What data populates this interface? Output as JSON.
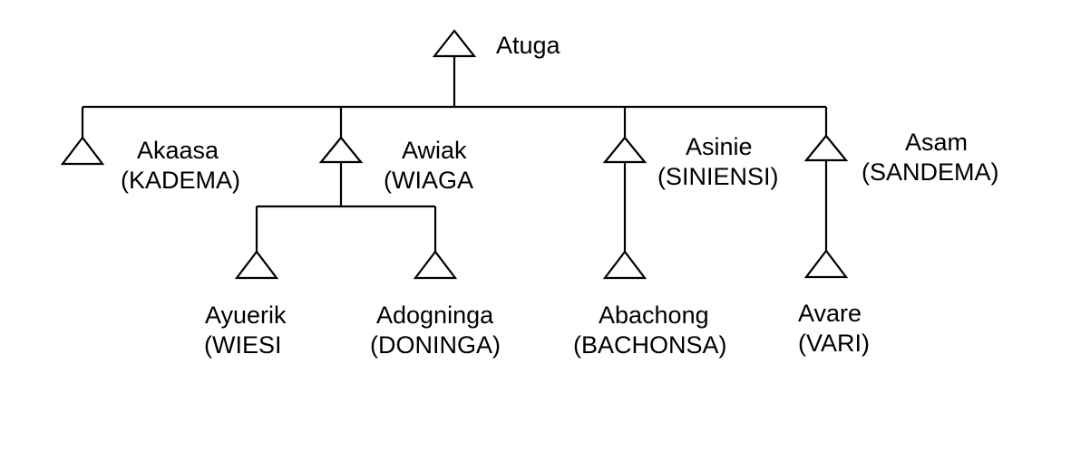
{
  "diagram": {
    "type": "genealogy-tree",
    "root": {
      "name": "Atuga"
    },
    "children": [
      {
        "name": "Akaasa",
        "place": "(KADEMA)"
      },
      {
        "name": "Awiak",
        "place": "(WIAGA",
        "children": [
          {
            "name": "Ayuerik",
            "place": "(WIESI"
          },
          {
            "name": "Adogninga",
            "place": "(DONINGA)"
          }
        ]
      },
      {
        "name": "Asinie",
        "place": "(SINIENSI)",
        "children": [
          {
            "name": "Abachong",
            "place": "(BACHONSA)"
          }
        ]
      },
      {
        "name": "Asam",
        "place": "(SANDEMA)",
        "children": [
          {
            "name": "Avare",
            "place": "(VARI)"
          }
        ]
      }
    ]
  }
}
